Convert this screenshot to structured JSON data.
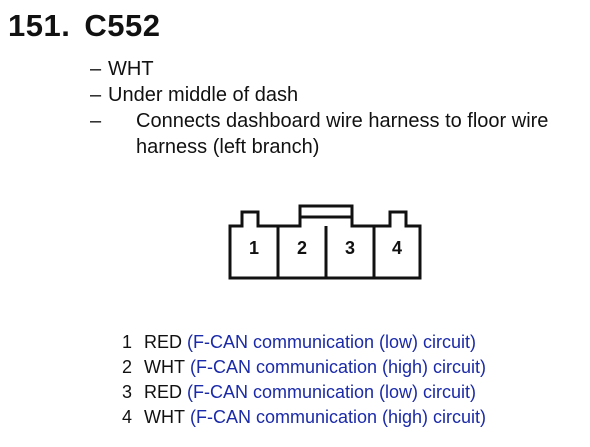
{
  "heading": {
    "number": "151.",
    "connector_id": "C552"
  },
  "description": [
    {
      "dash": "–",
      "text": "WHT"
    },
    {
      "dash": "–",
      "text": "Under middle of dash"
    },
    {
      "dash": "–",
      "text": "Connects dashboard wire harness to floor wire harness (left branch)"
    }
  ],
  "connector_diagram": {
    "pins": [
      "1",
      "2",
      "3",
      "4"
    ]
  },
  "pinout": [
    {
      "pin": "1",
      "wire": "RED",
      "circuit": "(F-CAN communication (low) circuit)"
    },
    {
      "pin": "2",
      "wire": "WHT",
      "circuit": "(F-CAN communication (high) circuit)"
    },
    {
      "pin": "3",
      "wire": "RED",
      "circuit": "(F-CAN communication (low) circuit)"
    },
    {
      "pin": "4",
      "wire": "WHT",
      "circuit": "(F-CAN communication (high) circuit)"
    }
  ],
  "colors": {
    "circuit_text": "#1a2aa8",
    "body_text": "#111111"
  }
}
